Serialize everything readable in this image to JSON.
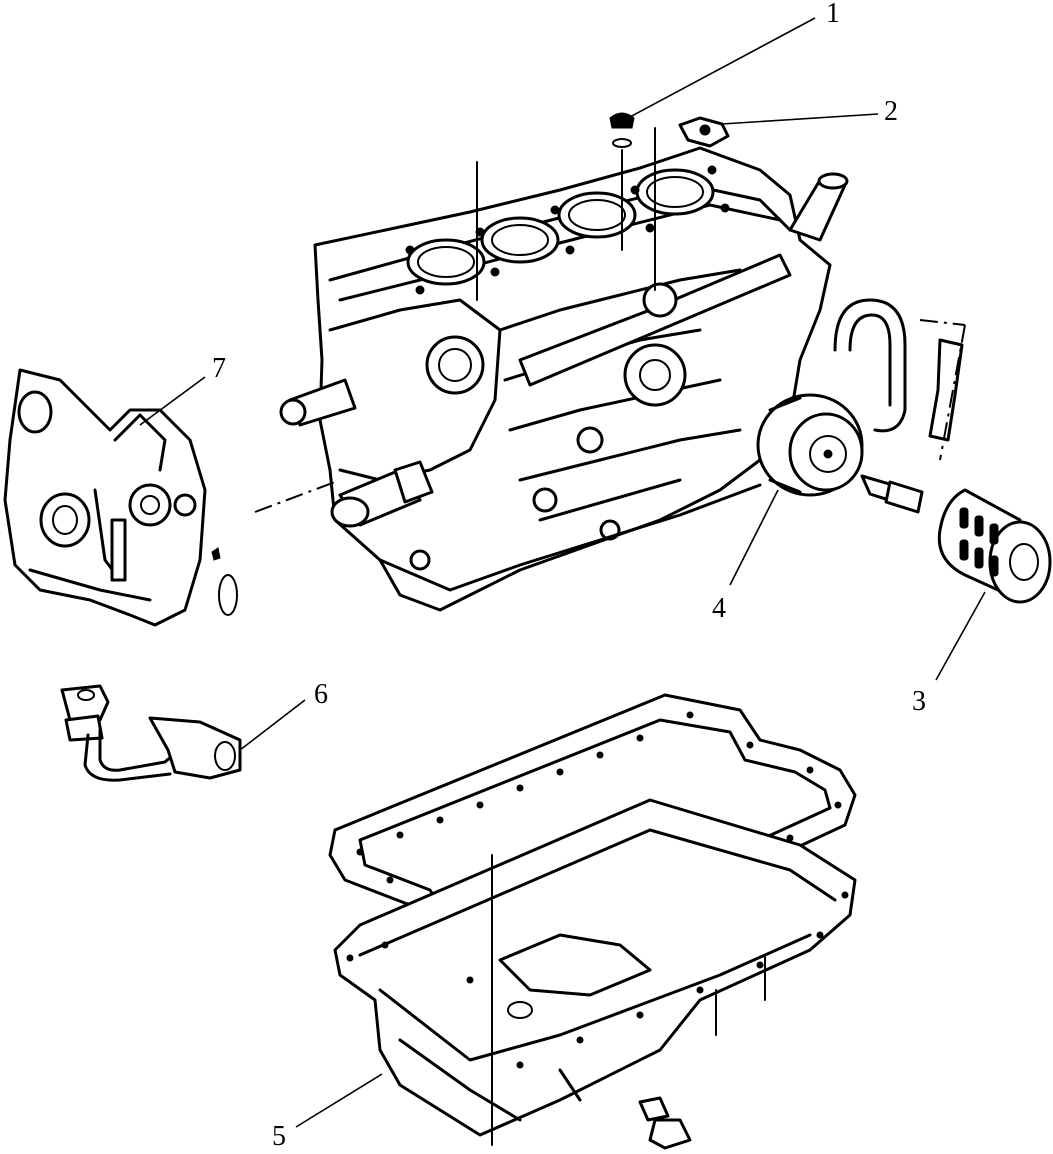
{
  "callouts": [
    {
      "id": "1",
      "label": "1"
    },
    {
      "id": "2",
      "label": "2"
    },
    {
      "id": "3",
      "label": "3"
    },
    {
      "id": "4",
      "label": "4"
    },
    {
      "id": "5",
      "label": "5"
    },
    {
      "id": "6",
      "label": "6"
    },
    {
      "id": "7",
      "label": "7"
    }
  ],
  "components": {
    "drain_plug_top": "part-1",
    "sensor": "part-2",
    "oil_filter": "part-3",
    "oil_cooler": "part-4",
    "oil_pan": "part-5",
    "oil_strainer": "part-6",
    "oil_pump": "part-7"
  }
}
